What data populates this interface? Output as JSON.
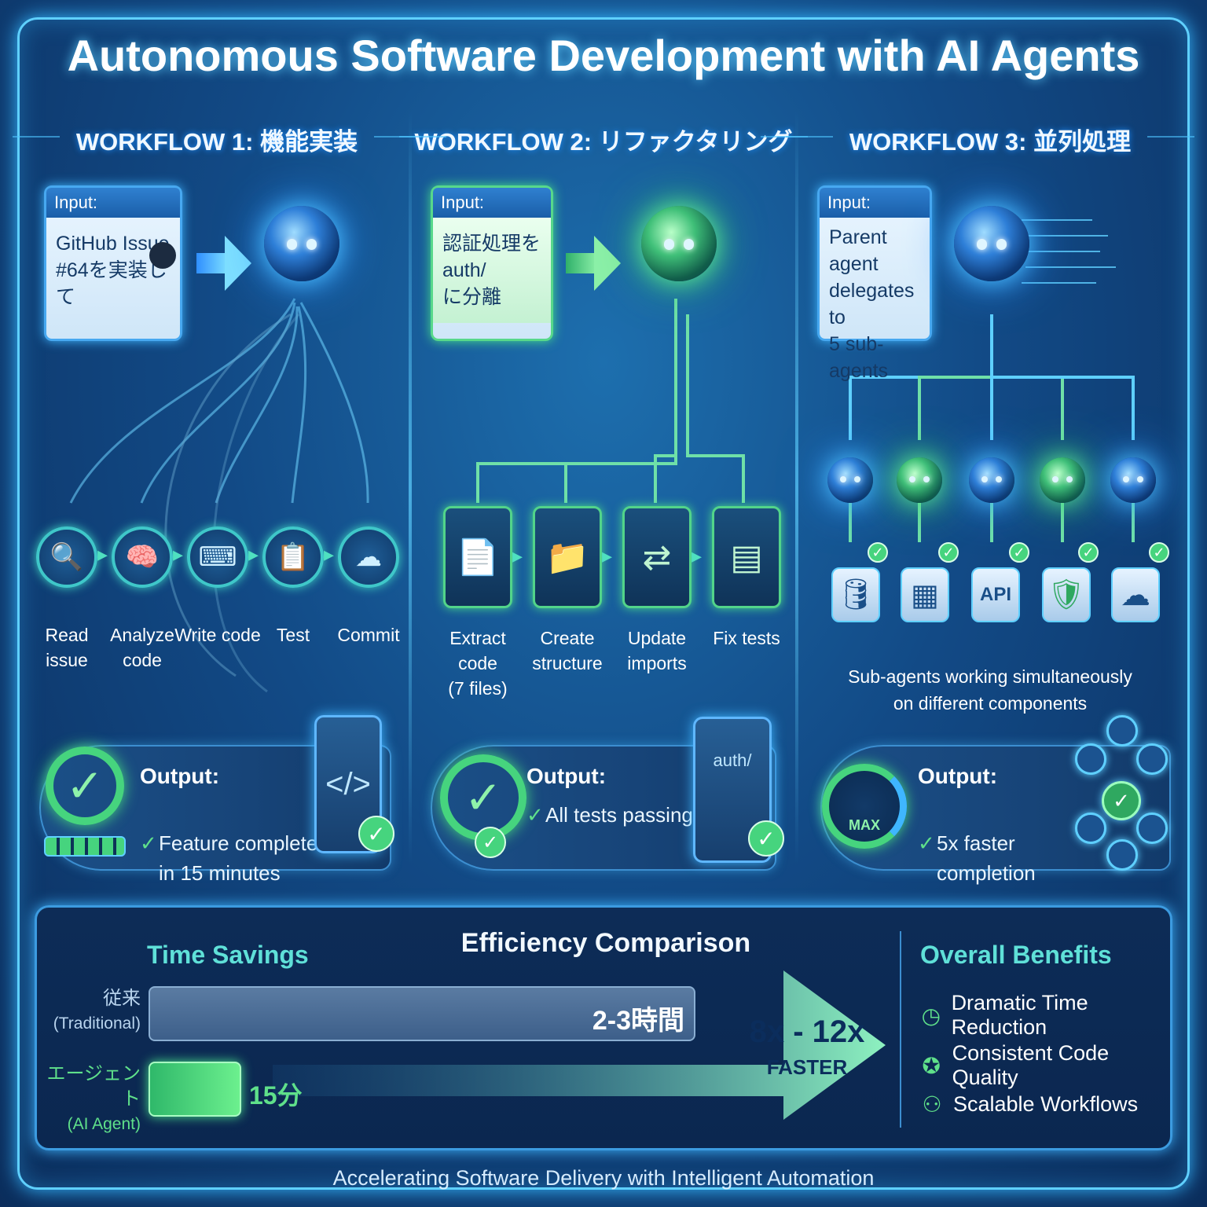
{
  "title": "Autonomous Software Development with AI Agents",
  "workflows": [
    {
      "heading": "WORKFLOW 1: 機能実装",
      "input_header": "Input:",
      "input_text": "GitHub Issue\n#64を実装して",
      "steps": [
        "Read issue",
        "Analyze\ncode",
        "Write code",
        "Test",
        "Commit"
      ],
      "output_header": "Output:",
      "output_text": "Feature completed\nin 15 minutes"
    },
    {
      "heading": "WORKFLOW 2: リファクタリング",
      "input_header": "Input:",
      "input_text": "認証処理をauth/\nに分離",
      "steps": [
        "Extract code\n(7 files)",
        "Create\nstructure",
        "Update\nimports",
        "Fix tests"
      ],
      "output_header": "Output:",
      "output_text": "All tests passing",
      "folder_label": "auth/"
    },
    {
      "heading": "WORKFLOW 3: 並列処理",
      "input_header": "Input:",
      "input_text": "Parent agent\ndelegates to\n5 sub-agents",
      "sub_icon_labels": [
        "API"
      ],
      "caption": "Sub-agents working simultaneously\non different components",
      "output_header": "Output:",
      "output_text": "5x faster\ncompletion",
      "gauge_label": "MAX"
    }
  ],
  "comparison": {
    "time_savings_title": "Time Savings",
    "title": "Efficiency Comparison",
    "traditional_label": "従来",
    "traditional_sub": "(Traditional)",
    "traditional_value": "2-3時間",
    "agent_label": "エージェント",
    "agent_sub": "(AI Agent)",
    "agent_value": "15分",
    "speedup": "8x - 12x",
    "speedup_sub": "FASTER"
  },
  "benefits": {
    "title": "Overall Benefits",
    "items": [
      "Dramatic Time Reduction",
      "Consistent Code Quality",
      "Scalable Workflows"
    ]
  },
  "footer": "Accelerating Software Delivery with Intelligent Automation",
  "colors": {
    "accent_blue": "#5fd0ff",
    "accent_green": "#46d47e",
    "background": "#124a86"
  }
}
